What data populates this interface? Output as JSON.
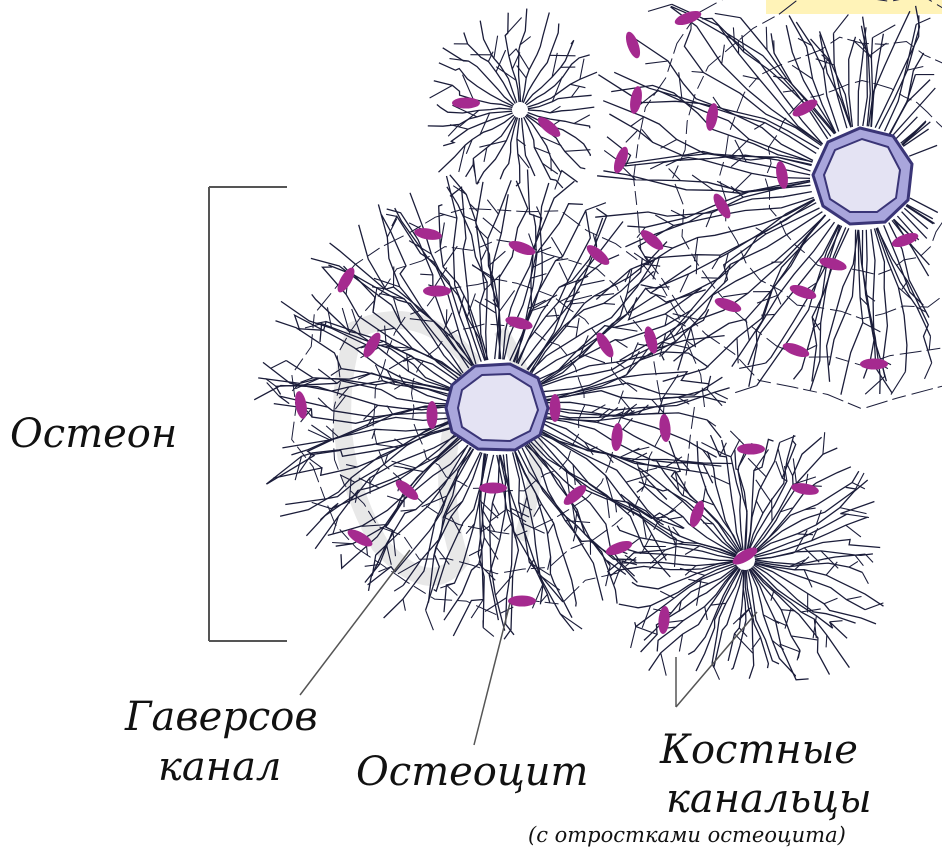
{
  "labels": {
    "osteon": "Остеон",
    "haversian_canal_line1": "Гаверсов",
    "haversian_canal_line2": "канал",
    "osteocyte": "Остеоцит",
    "canaliculi_line1": "Костные",
    "canaliculi_line2": "канальцы",
    "canaliculi_note": "(с отростками остеоцита)"
  },
  "colors": {
    "background": "#ffffff",
    "canaliculi_lines": "#1b1d3a",
    "osteocyte": "#a52a8f",
    "canal_ring": "#a9a6dc",
    "canal_ring_stroke": "#3a3577",
    "canal_lumen": "#e4e3f3",
    "leader_lines": "#555555",
    "watermark": "#d6d6d6",
    "corner_badge": "#fff3b8"
  },
  "icons": {
    "watermark": "watermark-logo-icon"
  }
}
